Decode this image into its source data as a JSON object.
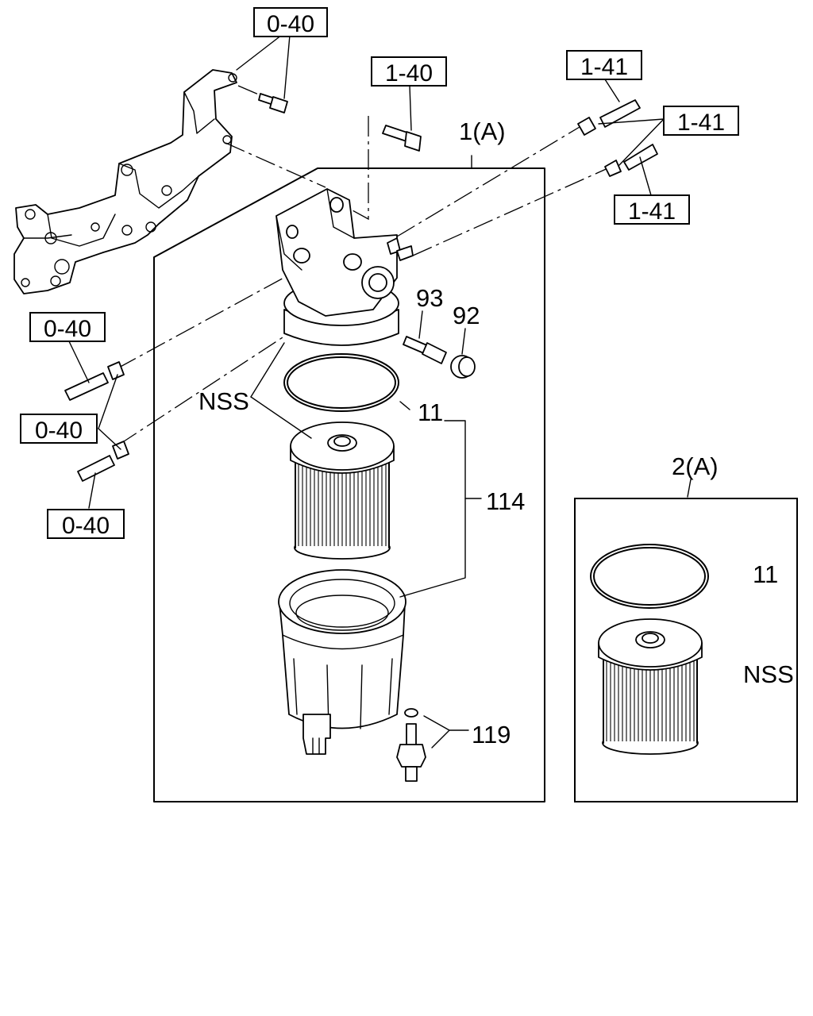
{
  "references": {
    "ref_0_40_top": "0-40",
    "ref_1_40": "1-40",
    "ref_1_41_a": "1-41",
    "ref_1_41_b": "1-41",
    "ref_1_41_c": "1-41",
    "ref_0_40_left_a": "0-40",
    "ref_0_40_left_b": "0-40",
    "ref_0_40_left_c": "0-40"
  },
  "assembly_1": {
    "label": "1(A)",
    "parts": {
      "nss": "NSS",
      "o_ring": "11",
      "element_kit": "114",
      "plug": "93",
      "cap": "92",
      "sensor": "119"
    }
  },
  "assembly_2": {
    "label": "2(A)",
    "parts": {
      "o_ring": "11",
      "nss": "NSS"
    }
  }
}
